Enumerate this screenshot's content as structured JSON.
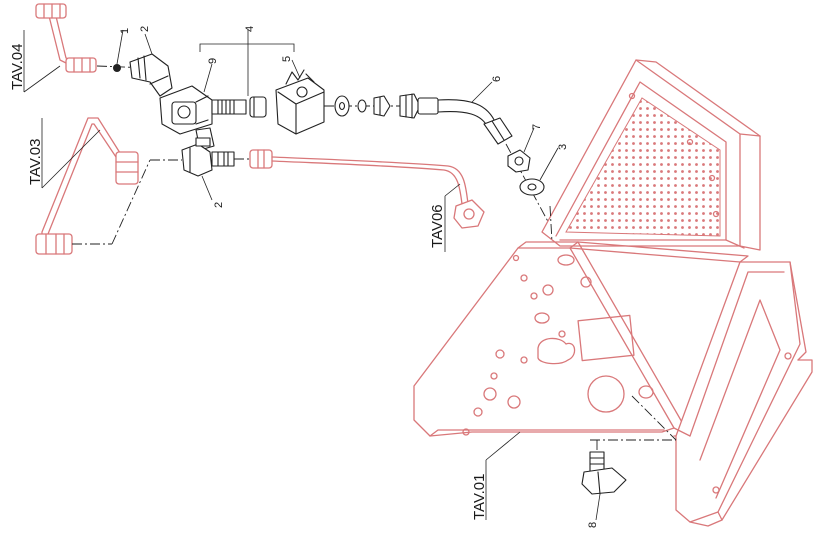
{
  "labels": {
    "tav04": "TAV.04",
    "tav03": "TAV.03",
    "tav06": "TAV06",
    "tav01": "TAV.01",
    "n1": "1",
    "n2a": "2",
    "n2b": "2",
    "n3": "3",
    "n4": "4",
    "n5": "5",
    "n6": "6",
    "n7": "7",
    "n8": "8",
    "n9": "9"
  },
  "colors": {
    "frame_parts": "#d9787a",
    "hardware_parts": "#222222",
    "background": "#ffffff"
  }
}
